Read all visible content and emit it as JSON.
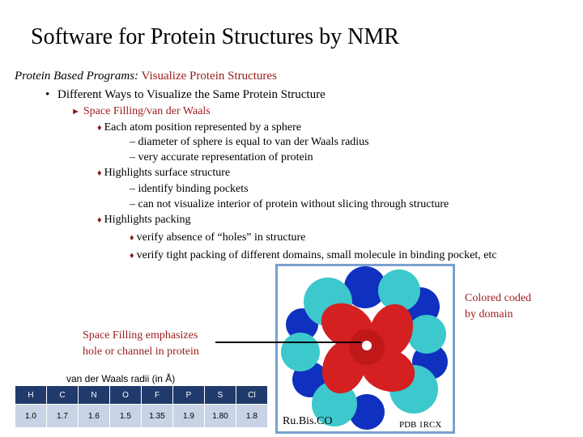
{
  "title": "Software for Protein Structures by NMR",
  "subtitle": {
    "label": "Protein Based Programs:",
    "text": "Visualize Protein Structures"
  },
  "level1": "Different Ways to Visualize the Same Protein Structure",
  "level2": "Space Filling/van der Waals",
  "items": {
    "a": "Each atom position represented by a sphere",
    "a1": "– diameter of sphere is equal to van der Waals radius",
    "a2": "– very accurate representation of protein",
    "b": "Highlights surface structure",
    "b1": "– identify binding pockets",
    "b2": "– can not visualize interior of protein without slicing through structure",
    "c": "Highlights packing",
    "c1": "verify absence of “holes” in structure",
    "c2": "verify tight packing of different domains, small molecule in binding pocket, etc"
  },
  "annotations": {
    "colored_line1": "Colored coded",
    "colored_line2": "by domain",
    "space_line1": "Space Filling emphasizes",
    "space_line2": "hole or channel in protein",
    "rubisco": "Ru.Bis.CO",
    "pdb": "PDB 1RCX"
  },
  "table": {
    "title": "van der Waals radii (in Å)",
    "headers": [
      "H",
      "C",
      "N",
      "O",
      "F",
      "P",
      "S",
      "Cl"
    ],
    "values": [
      "1.0",
      "1.7",
      "1.6",
      "1.5",
      "1.35",
      "1.9",
      "1.80",
      "1.8"
    ]
  },
  "colors": {
    "red_text": "#9b1b1b",
    "table_header": "#1f3a6b",
    "table_cell": "#c9d3e6",
    "frame": "#7aa0cf",
    "domain_red": "#d42020",
    "domain_cyan": "#3cc8cc",
    "domain_blue": "#1030c0"
  }
}
